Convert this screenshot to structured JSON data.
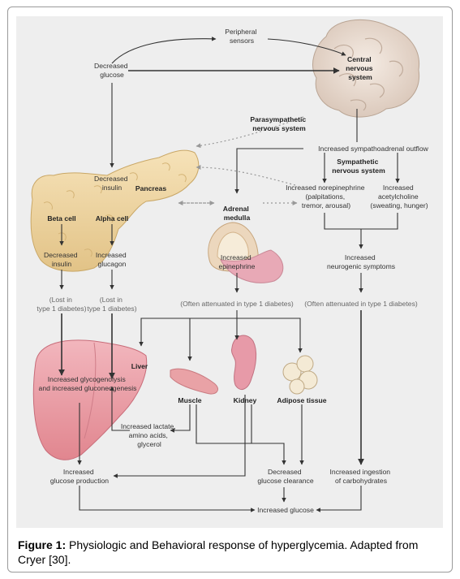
{
  "labels": {
    "peripheral_sensors": [
      "Peripheral",
      "sensors"
    ],
    "decreased_glucose": [
      "Decreased",
      "glucose"
    ],
    "central_nervous_system": [
      "Central",
      "nervous",
      "system"
    ],
    "parasympathetic": [
      "Parasympathetic",
      "nervous system"
    ],
    "sympathoadrenal": "Increased sympathoadrenal outflow",
    "sympathetic": [
      "Sympathetic",
      "nervous system"
    ],
    "norepinephrine": [
      "Increased norepinephrine",
      "(palpitations,",
      "tremor, arousal)"
    ],
    "acetylcholine": [
      "Increased",
      "acetylcholine",
      "(sweating, hunger)"
    ],
    "decreased_insulin_top": [
      "Decreased",
      "insulin"
    ],
    "pancreas": "Pancreas",
    "adrenal_medulla": [
      "Adrenal",
      "medulla"
    ],
    "beta_cell": "Beta cell",
    "alpha_cell": "Alpha cell",
    "decreased_insulin_beta": [
      "Decreased",
      "insulin"
    ],
    "increased_glucagon": [
      "Increased",
      "glucagon"
    ],
    "increased_epinephrine": [
      "Increased",
      "epinephrine"
    ],
    "neurogenic": [
      "Increased",
      "neurogenic symptoms"
    ],
    "lost_beta": [
      "(Lost in",
      "type 1 diabetes)"
    ],
    "lost_alpha": [
      "(Lost in",
      "type 1 diabetes)"
    ],
    "attenuated_epi": "(Often attenuated in type 1 diabetes)",
    "attenuated_neuro": "(Often attenuated in type 1 diabetes)",
    "liver": "Liver",
    "liver_text": [
      "Increased glycogenolysis",
      "and increased gluconeogenesis"
    ],
    "muscle": "Muscle",
    "kidney": "Kidney",
    "adipose": "Adipose tissue",
    "lactate": [
      "Increased lactate,",
      "amino acids,",
      "glycerol"
    ],
    "glucose_production": [
      "Increased",
      "glucose production"
    ],
    "glucose_clearance": [
      "Decreased",
      "glucose clearance"
    ],
    "ingestion": [
      "Increased ingestion",
      "of carbohydrates"
    ],
    "increased_glucose": "Increased glucose"
  },
  "caption": {
    "label": "Figure 1:",
    "text": " Physiologic and Behavioral response of hyperglycemia. Adapted from Cryer [30]."
  }
}
